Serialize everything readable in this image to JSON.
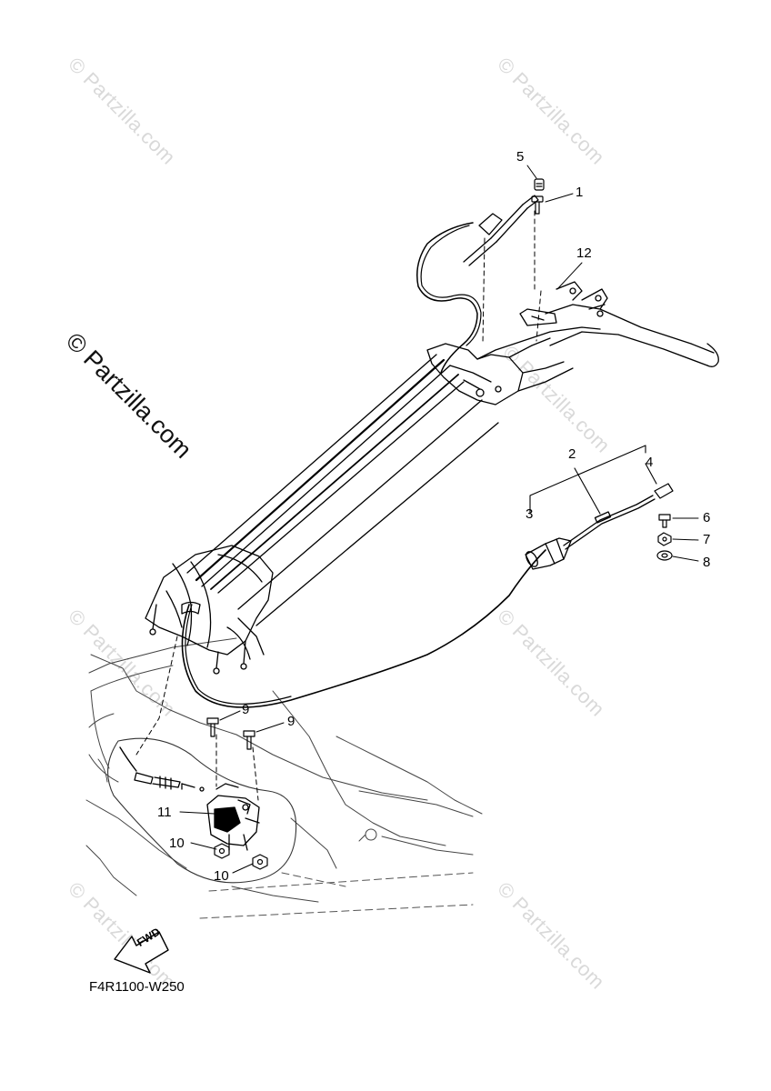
{
  "watermark": {
    "text": "© Partzilla.com"
  },
  "diagram_code": "F4R1100-W250",
  "fwd_label": "FWD",
  "callouts": [
    {
      "id": "1",
      "label": "1"
    },
    {
      "id": "2",
      "label": "2"
    },
    {
      "id": "3",
      "label": "3"
    },
    {
      "id": "4",
      "label": "4"
    },
    {
      "id": "5",
      "label": "5"
    },
    {
      "id": "6",
      "label": "6"
    },
    {
      "id": "7",
      "label": "7"
    },
    {
      "id": "8",
      "label": "8"
    },
    {
      "id": "9a",
      "label": "9"
    },
    {
      "id": "9b",
      "label": "9"
    },
    {
      "id": "10a",
      "label": "10"
    },
    {
      "id": "10b",
      "label": "10"
    },
    {
      "id": "11",
      "label": "11"
    },
    {
      "id": "12",
      "label": "12"
    }
  ]
}
